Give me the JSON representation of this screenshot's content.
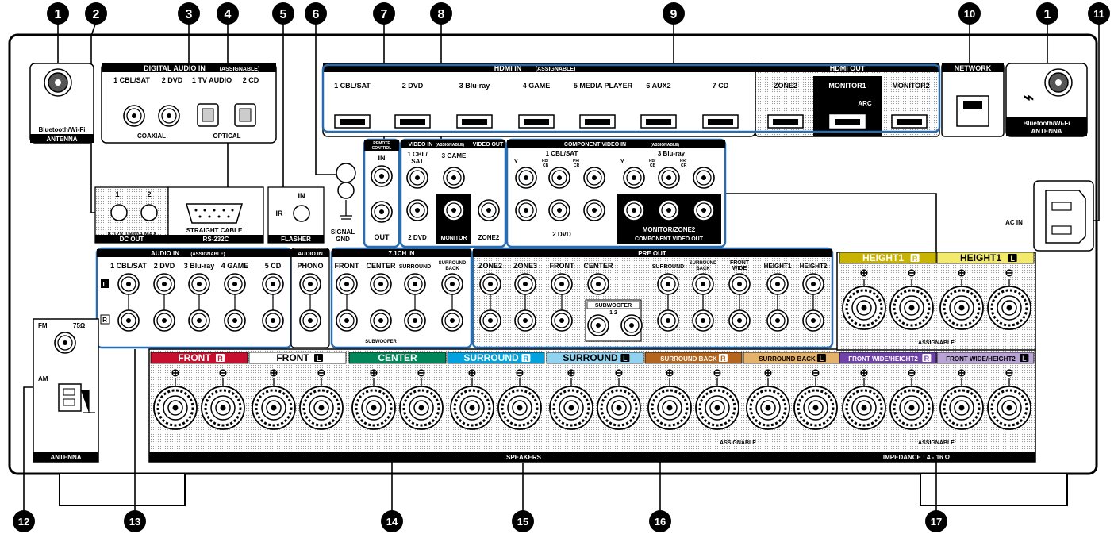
{
  "callouts": [
    "1",
    "2",
    "3",
    "4",
    "5",
    "6",
    "7",
    "8",
    "9",
    "10",
    "1",
    "11",
    "12",
    "13",
    "14",
    "15",
    "16",
    "17"
  ],
  "antenna_left": {
    "label": "Bluetooth/Wi-Fi",
    "label2": "ANTENNA"
  },
  "antenna_right": {
    "label": "Bluetooth/Wi-Fi",
    "label2": "ANTENNA"
  },
  "digital_audio": {
    "title": "DIGITAL AUDIO IN",
    "tag": "(ASSIGNABLE)",
    "inputs": [
      "1 CBL/SAT",
      "2 DVD",
      "1 TV AUDIO",
      "2 CD"
    ],
    "coaxial": "COAXIAL",
    "optical": "OPTICAL"
  },
  "hdmi_in": {
    "title": "HDMI IN",
    "tag": "(ASSIGNABLE)",
    "ports": [
      "1 CBL/SAT",
      "2 DVD",
      "3 Blu-ray",
      "4 GAME",
      "5 MEDIA PLAYER",
      "6 AUX2",
      "7 CD"
    ]
  },
  "hdmi_out": {
    "title": "HDMI OUT",
    "ports": [
      "ZONE2",
      "MONITOR1",
      "MONITOR2"
    ],
    "arc": "ARC"
  },
  "network": {
    "title": "NETWORK"
  },
  "dc_out": {
    "ports": [
      "1",
      "2"
    ],
    "spec": "DC12V 150mA MAX.",
    "title": "DC OUT"
  },
  "rs232c": {
    "label": "STRAIGHT CABLE",
    "title": "RS-232C"
  },
  "flasher": {
    "in": "IN",
    "ir": "IR",
    "title": "FLASHER"
  },
  "signal_gnd": {
    "label": "SIGNAL",
    "label2": "GND"
  },
  "remote_control": {
    "title": "REMOTE",
    "title2": "CONTROL",
    "in": "IN",
    "out": "OUT"
  },
  "video_in": {
    "title": "VIDEO IN",
    "tag": "(ASSIGNABLE)",
    "inputs": [
      "1 CBL/",
      "SAT",
      "3 GAME",
      "2 DVD"
    ],
    "monitor": "MONITOR"
  },
  "video_out": {
    "title": "VIDEO OUT",
    "zone2": "ZONE2"
  },
  "component_in": {
    "title": "COMPONENT VIDEO IN",
    "tag": "(ASSIGNABLE)",
    "groups": [
      "1 CBL/SAT",
      "3 Blu-ray",
      "2 DVD"
    ],
    "y": "Y",
    "pb": "PB/",
    "cb": "CB",
    "pr": "PR/",
    "cr": "CR"
  },
  "component_out": {
    "label": "MONITOR/ZONE2",
    "title": "COMPONENT VIDEO OUT"
  },
  "ac_in": {
    "label": "AC IN"
  },
  "audio_in": {
    "title": "AUDIO IN",
    "tag": "(ASSIGNABLE)",
    "inputs": [
      "1 CBL/SAT",
      "2 DVD",
      "3 Blu-ray",
      "4 GAME",
      "5 CD"
    ],
    "l": "L",
    "r": "R"
  },
  "phono": {
    "title": "AUDIO IN",
    "label": "PHONO"
  },
  "ch71_in": {
    "title": "7.1CH IN",
    "ports": [
      "FRONT",
      "CENTER",
      "SURROUND",
      "SURROUND",
      "BACK"
    ],
    "subwoofer": "SUBWOOFER"
  },
  "pre_out": {
    "title": "PRE OUT",
    "ports": [
      "ZONE2",
      "ZONE3",
      "FRONT",
      "CENTER",
      "SURROUND",
      "SURROUND",
      "BACK",
      "FRONT",
      "WIDE",
      "HEIGHT1",
      "HEIGHT2"
    ],
    "subwoofer": "SUBWOOFER",
    "sub_nums": "1  2"
  },
  "antenna_box": {
    "fm": "FM",
    "ohm": "75Ω",
    "am": "AM",
    "title": "ANTENNA"
  },
  "speakers": {
    "title": "SPEAKERS",
    "impedance": "IMPEDANCE : 4 - 16 Ω",
    "assignable": "ASSIGNABLE",
    "groups": [
      {
        "label": "FRONT",
        "side": "R",
        "color": "#c8102e",
        "text": "#ffffff"
      },
      {
        "label": "FRONT",
        "side": "L",
        "color": "#ffffff",
        "text": "#000000"
      },
      {
        "label": "CENTER",
        "side": "",
        "color": "#00875a",
        "text": "#ffffff"
      },
      {
        "label": "SURROUND",
        "side": "R",
        "color": "#00a3e0",
        "text": "#ffffff"
      },
      {
        "label": "SURROUND",
        "side": "L",
        "color": "#8fd3f0",
        "text": "#000000"
      },
      {
        "label": "SURROUND BACK",
        "side": "R",
        "color": "#b5651d",
        "text": "#ffffff"
      },
      {
        "label": "SURROUND BACK",
        "side": "L",
        "color": "#e5b26b",
        "text": "#000000"
      },
      {
        "label": "FRONT WIDE/HEIGHT2",
        "side": "R",
        "color": "#6f42a8",
        "text": "#ffffff"
      },
      {
        "label": "FRONT WIDE/HEIGHT2",
        "side": "L",
        "color": "#b9a3d6",
        "text": "#000000"
      },
      {
        "label": "HEIGHT1",
        "side": "R",
        "color": "#c8b400",
        "text": "#ffffff"
      },
      {
        "label": "HEIGHT1",
        "side": "L",
        "color": "#f3e96b",
        "text": "#000000"
      }
    ]
  }
}
